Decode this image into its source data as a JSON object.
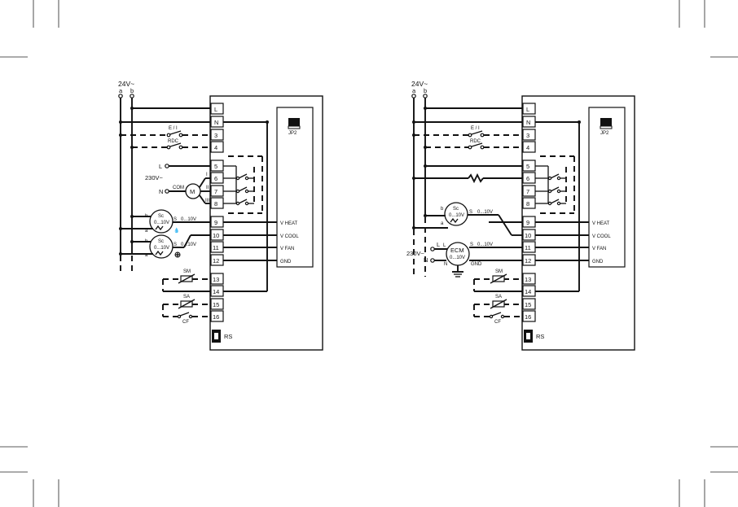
{
  "left": {
    "supply_label": "24V~",
    "phase_a": "a",
    "phase_b": "b",
    "terminals": [
      "L",
      "N",
      "3",
      "4",
      "5",
      "6",
      "7",
      "8",
      "9",
      "10",
      "11",
      "12",
      "13",
      "14",
      "15",
      "16"
    ],
    "outputs": [
      "V HEAT",
      "V COOL",
      "V FAN",
      "GND"
    ],
    "jumper": "JP2",
    "rs": "RS",
    "ei": "E / I",
    "rdc": "RDC",
    "line_label": "L",
    "neutral_label": "N",
    "mains": "230V~",
    "com": "COM",
    "motor": "M",
    "speed1": "I",
    "speed2": "II",
    "speed3": "III",
    "sc": "Sc",
    "range": "0...10V",
    "pin_s": "S",
    "pin_b": "b",
    "pin_a": "a",
    "sm": "SM",
    "sa": "SA",
    "cf": "CF"
  },
  "right": {
    "supply_label": "24V~",
    "phase_a": "a",
    "phase_b": "b",
    "terminals": [
      "L",
      "N",
      "3",
      "4",
      "5",
      "6",
      "7",
      "8",
      "9",
      "10",
      "11",
      "12",
      "13",
      "14",
      "15",
      "16"
    ],
    "outputs": [
      "V HEAT",
      "V COOL",
      "V FAN",
      "GND"
    ],
    "jumper": "JP2",
    "rs": "RS",
    "ei": "E / I",
    "rdc": "RDC",
    "sc": "Sc",
    "range": "0...10V",
    "pin_s": "S",
    "pin_b": "b",
    "pin_a": "a",
    "ecm": "ECM",
    "gnd": "GND",
    "line_label": "L",
    "neutral_label": "N",
    "mains": "230V~",
    "sm": "SM",
    "sa": "SA",
    "cf": "CF"
  }
}
